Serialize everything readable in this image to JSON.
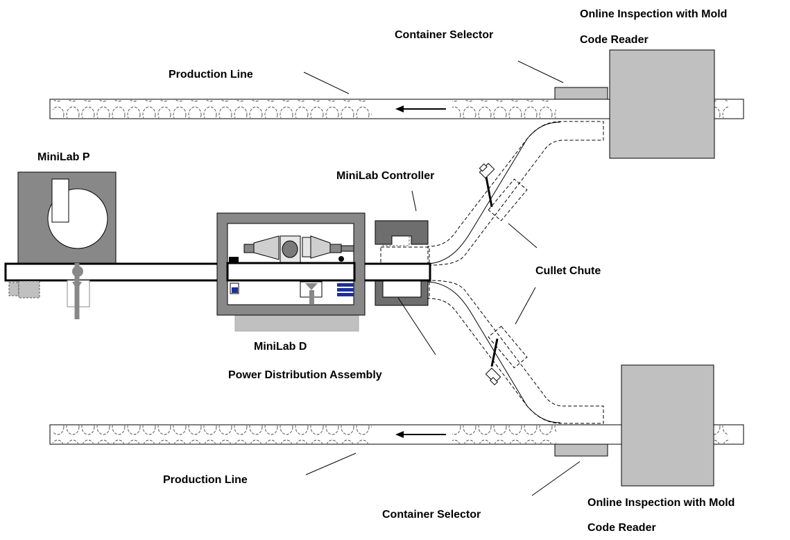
{
  "labels": {
    "online_top": "Online Inspection with Mold",
    "online_top_2": "Code Reader",
    "selector_top": "Container Selector",
    "prod_top": "Production Line",
    "minilab_p": "MiniLab P",
    "minilab_controller": "MiniLab Controller",
    "cullet_chute": "Cullet Chute",
    "minilab_d": "MiniLab D",
    "power_dist": "Power Distribution Assembly",
    "prod_bottom": "Production Line",
    "selector_bottom": "Container Selector",
    "online_bottom": "Online Inspection with Mold",
    "online_bottom_2": "Code Reader"
  },
  "colors": {
    "gray_box": "#c0c0c0",
    "frame_gray": "#888888",
    "dark_gray": "#6e6e6e",
    "blue": "#1c2f9c",
    "line": "#000000"
  }
}
